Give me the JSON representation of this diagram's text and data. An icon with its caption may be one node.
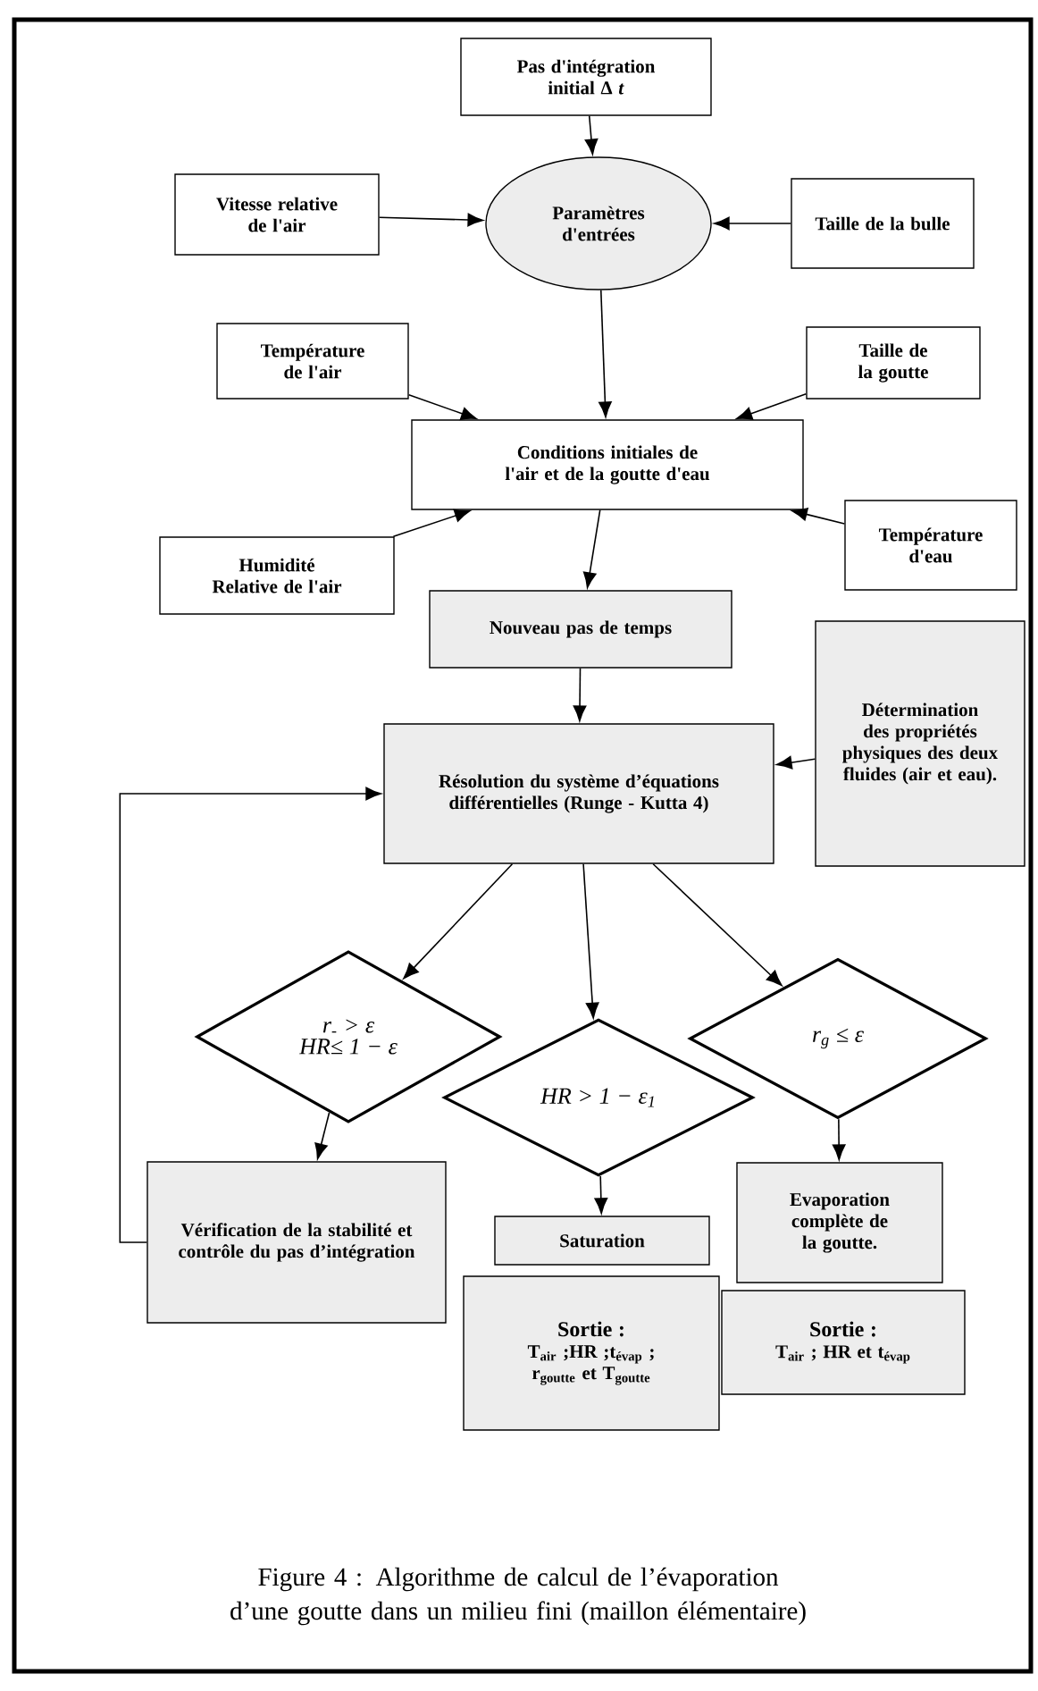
{
  "diagram": {
    "caption": "Figure 4 : Algorithme de calcul de l’évaporation d’une goutte dans un milieu fini (maillon élémentaire)",
    "nodes": [
      {
        "text": [
          "Pas d'intégration initial Δ *t*"
        ]
      },
      {
        "text": [
          "Vitesse relative de l'air"
        ]
      },
      {
        "text": [
          "Paramètres d'entrées"
        ]
      },
      {
        "text": [
          "Taille de la bulle"
        ]
      },
      {
        "text": [
          "Température de l'air"
        ]
      },
      {
        "text": [
          "Taille de la goutte"
        ]
      },
      {
        "text": [
          "Conditions initiales de l'air et de la goutte d'eau"
        ]
      },
      {
        "text": [
          "Humidité Relative de l'air"
        ]
      },
      {
        "text": [
          "Température d'eau"
        ]
      },
      {
        "text": [
          "Nouveau pas de temps"
        ]
      },
      {
        "text": [
          "Détermination des propriétés physiques des deux fluides (air et eau)."
        ]
      },
      {
        "text": [
          "Résolution du système d’équations différentielles (Runge - Kutta 4)"
        ]
      },
      {
        "text": [
          "r$_{-}$ > ε HR≤ 1 − ε"
        ]
      },
      {
        "text": [
          "HR > 1 − ε$_{1}$"
        ]
      },
      {
        "text": [
          "r$_{g}$ ≤ ε"
        ]
      },
      {
        "text": [
          "Vérification de la stabilité et contrôle du pas d’intégration"
        ]
      },
      {
        "text": [
          "Saturation"
        ]
      },
      {
        "text": [
          "Evaporation complète de la goutte."
        ]
      },
      {
        "text": [
          "Sortie :",
          "T$_{air}$ ;HR ;t$_{évap}$ ; r$_{goutte}$ et T$_{goutte}$"
        ]
      },
      {
        "text": [
          "Sortie :",
          "T$_{air}$ ; HR et t$_{évap}$"
        ]
      }
    ],
    "edges": [
      {
        "from": 0,
        "to": 2,
        "arrow": "to"
      },
      {
        "from": 1,
        "to": 2,
        "arrow": "to"
      },
      {
        "from": 3,
        "to": 2,
        "arrow": "to"
      },
      {
        "from": 2,
        "to": 6,
        "arrow": "to"
      },
      {
        "from": 4,
        "to": 6,
        "arrow": "to"
      },
      {
        "from": 5,
        "to": 6,
        "arrow": "to"
      },
      {
        "from": 7,
        "to": 6,
        "arrow": "to"
      },
      {
        "from": 8,
        "to": 6,
        "arrow": "to"
      },
      {
        "from": 6,
        "to": 9,
        "arrow": "to"
      },
      {
        "from": 9,
        "to": 11,
        "arrow": "to"
      },
      {
        "from": 10,
        "to": 11,
        "arrow": "to"
      },
      {
        "from": 11,
        "to": 12,
        "arrow": "to"
      },
      {
        "from": 11,
        "to": 13,
        "arrow": "to"
      },
      {
        "from": 11,
        "to": 14,
        "arrow": "to"
      },
      {
        "from": 12,
        "to": 15,
        "arrow": "to"
      },
      {
        "from": 15,
        "to": 11,
        "arrow": "to"
      },
      {
        "from": 13,
        "to": 16,
        "arrow": "to"
      },
      {
        "from": 14,
        "to": 17,
        "arrow": "to"
      }
    ]
  }
}
